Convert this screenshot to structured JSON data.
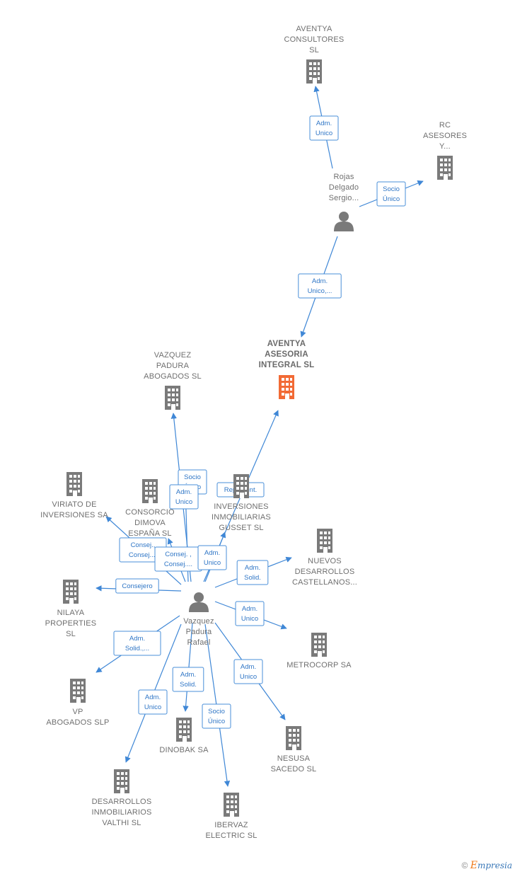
{
  "colors": {
    "edge": "#3f87d6",
    "building": "#7a7a7a",
    "main_building": "#f26a35",
    "person": "#7a7a7a"
  },
  "nodes": [
    {
      "id": "aventya-consultores",
      "type": "company",
      "label": [
        "AVENTYA",
        "CONSULTORES",
        "SL"
      ]
    },
    {
      "id": "rc-asesores",
      "type": "company",
      "label": [
        "RC",
        "ASESORES",
        "Y..."
      ]
    },
    {
      "id": "rojas",
      "type": "person",
      "label": [
        "Rojas",
        "Delgado",
        "Sergio..."
      ]
    },
    {
      "id": "aventya-asesoria",
      "type": "company",
      "main": true,
      "label": [
        "AVENTYA",
        "ASESORIA",
        "INTEGRAL  SL"
      ]
    },
    {
      "id": "vazquez-padura-abogados",
      "type": "company",
      "label": [
        "VAZQUEZ",
        "PADURA",
        "ABOGADOS SL"
      ]
    },
    {
      "id": "viriato",
      "type": "company",
      "label": [
        "VIRIATO DE",
        "INVERSIONES SA"
      ]
    },
    {
      "id": "consorcio",
      "type": "company",
      "label": [
        "CONSORCIO",
        "DIMOVA",
        "ESPAÑA  SL"
      ]
    },
    {
      "id": "gusset",
      "type": "company",
      "label": [
        "INVERSIONES",
        "INMOBILIARIAS",
        "GUSSET  SL"
      ]
    },
    {
      "id": "nuevos",
      "type": "company",
      "label": [
        "NUEVOS",
        "DESARROLLOS",
        "CASTELLANOS..."
      ]
    },
    {
      "id": "nilaya",
      "type": "company",
      "label": [
        "NILAYA",
        "PROPERTIES",
        "SL"
      ]
    },
    {
      "id": "vazquez",
      "type": "person",
      "label": [
        "Vazquez",
        "Padura",
        "Rafael"
      ]
    },
    {
      "id": "metrocorp",
      "type": "company",
      "label": [
        "METROCORP SA"
      ]
    },
    {
      "id": "vp-abogados",
      "type": "company",
      "label": [
        "VP",
        "ABOGADOS  SLP"
      ]
    },
    {
      "id": "dinobak",
      "type": "company",
      "label": [
        "DINOBAK SA"
      ]
    },
    {
      "id": "nesusa",
      "type": "company",
      "label": [
        "NESUSA",
        "SACEDO SL"
      ]
    },
    {
      "id": "valthi",
      "type": "company",
      "label": [
        "DESARROLLOS",
        "INMOBILIARIOS",
        "VALTHI SL"
      ]
    },
    {
      "id": "ibervaz",
      "type": "company",
      "label": [
        "IBERVAZ",
        "ELECTRIC  SL"
      ]
    }
  ],
  "edges": [
    {
      "from": "rojas",
      "to": "aventya-consultores",
      "label": [
        "Adm.",
        "Unico"
      ]
    },
    {
      "from": "rojas",
      "to": "rc-asesores",
      "label": [
        "Socio",
        "Único"
      ]
    },
    {
      "from": "rojas",
      "to": "aventya-asesoria",
      "label": [
        "Adm.",
        "Unico,..."
      ]
    },
    {
      "from": "vazquez",
      "to": "vazquez-padura-abogados",
      "label": [
        "Socio",
        "Único"
      ]
    },
    {
      "from": "vazquez",
      "to": "vazquez-padura-abogados",
      "label": [
        "Adm.",
        "Unico"
      ]
    },
    {
      "from": "vazquez",
      "to": "aventya-asesoria",
      "label": [
        "Represent."
      ]
    },
    {
      "from": "vazquez",
      "to": "viriato",
      "label": [
        "Consej.,",
        "Consej...."
      ]
    },
    {
      "from": "vazquez",
      "to": "consorcio",
      "label": [
        "Consej. ,",
        "Consej...."
      ]
    },
    {
      "from": "vazquez",
      "to": "gusset",
      "label": [
        "Adm.",
        "Unico"
      ]
    },
    {
      "from": "vazquez",
      "to": "nuevos",
      "label": [
        "Adm.",
        "Solid."
      ]
    },
    {
      "from": "vazquez",
      "to": "nilaya",
      "label": [
        "Consejero"
      ]
    },
    {
      "from": "vazquez",
      "to": "metrocorp",
      "label": [
        "Adm.",
        "Unico"
      ]
    },
    {
      "from": "vazquez",
      "to": "vp-abogados",
      "label": [
        "Adm.",
        "Solid.,..."
      ]
    },
    {
      "from": "vazquez",
      "to": "dinobak",
      "label": [
        "Adm.",
        "Solid."
      ]
    },
    {
      "from": "vazquez",
      "to": "valthi",
      "label": [
        "Adm.",
        "Unico"
      ]
    },
    {
      "from": "vazquez",
      "to": "ibervaz",
      "label": [
        "Socio",
        "Único"
      ]
    },
    {
      "from": "vazquez",
      "to": "nesusa",
      "label": [
        "Adm.",
        "Unico"
      ]
    }
  ],
  "watermark": {
    "symbol": "©",
    "brand_initial": "E",
    "brand_rest": "mpresia"
  }
}
